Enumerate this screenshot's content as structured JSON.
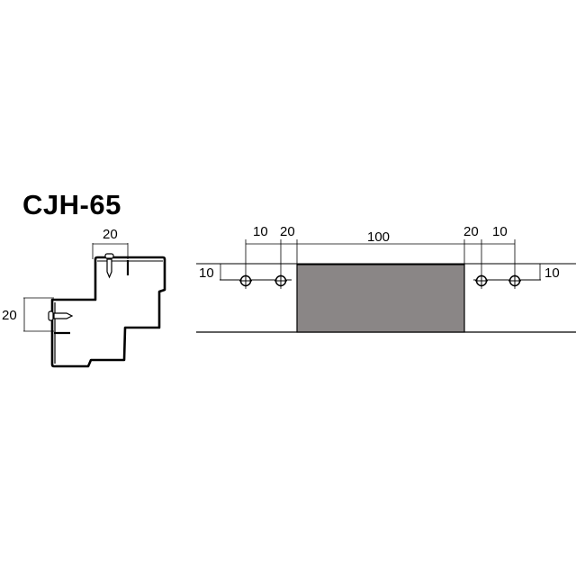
{
  "title": "CJH-65",
  "profile": {
    "top_dimension": "20",
    "side_dimension": "20"
  },
  "layout": {
    "dims_top": [
      "10",
      "20",
      "100",
      "20",
      "10"
    ],
    "dim_left_offset": "10",
    "dim_right_offset": "10"
  },
  "colors": {
    "line": "#000000",
    "fill_region": "#8a8686"
  }
}
